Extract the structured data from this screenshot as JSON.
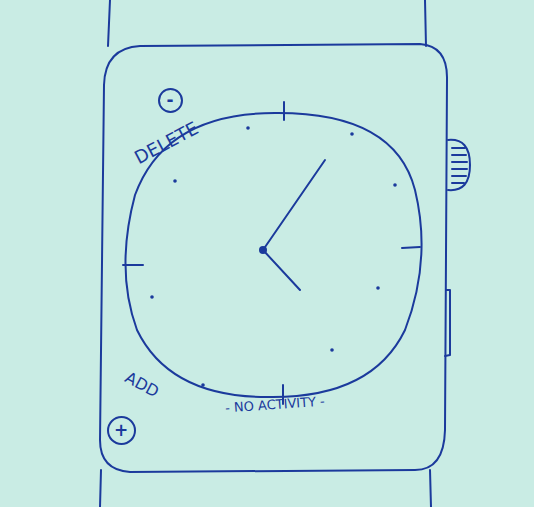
{
  "diagram": {
    "nodes": [
      {
        "text": [
          "-"
        ]
      },
      {
        "text": [
          "+"
        ]
      }
    ],
    "labels": [
      "DELETE",
      "ADD",
      "- NO ACTIVITY -"
    ]
  }
}
